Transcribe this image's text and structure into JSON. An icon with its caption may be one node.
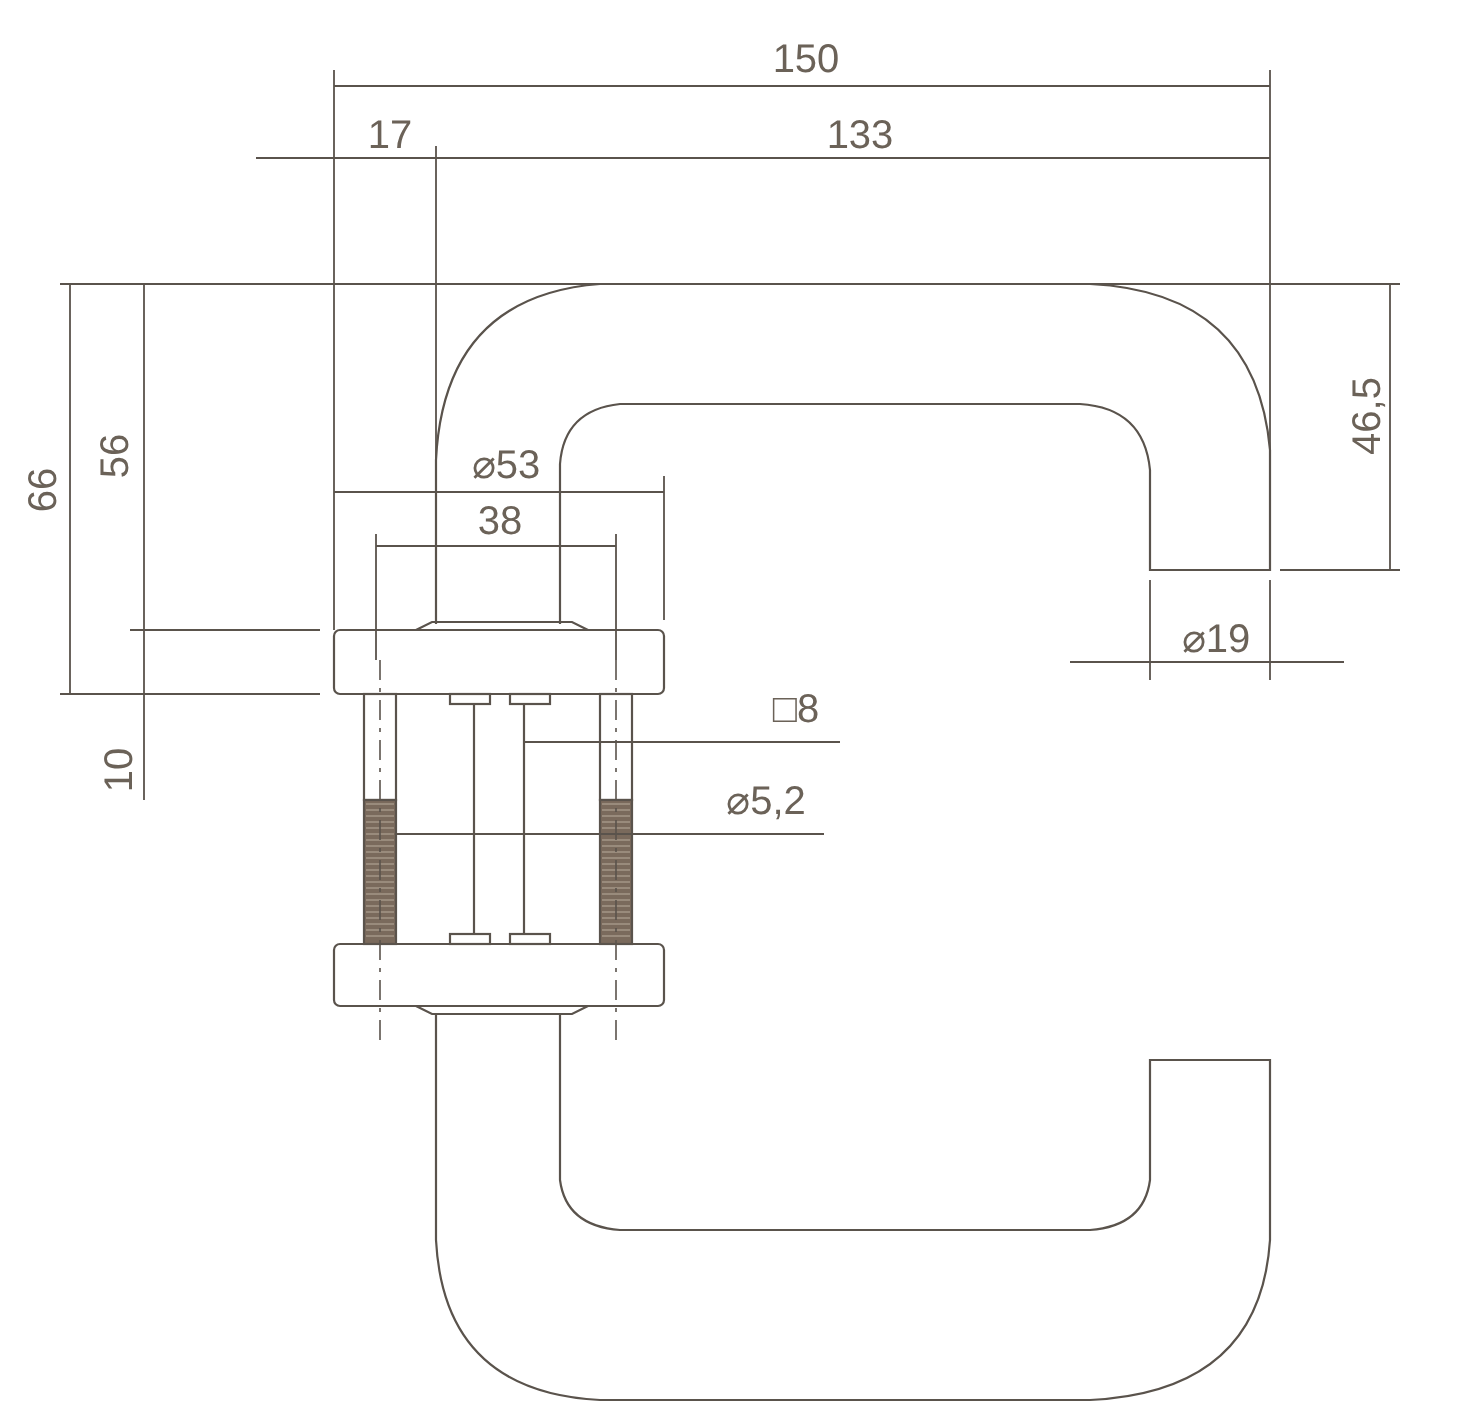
{
  "diagram": {
    "labels": [
      "150",
      "17",
      "133",
      "66",
      "56",
      "46,5",
      "⌀53",
      "38",
      "⌀19",
      "□8",
      "⌀5,2",
      "10"
    ]
  }
}
